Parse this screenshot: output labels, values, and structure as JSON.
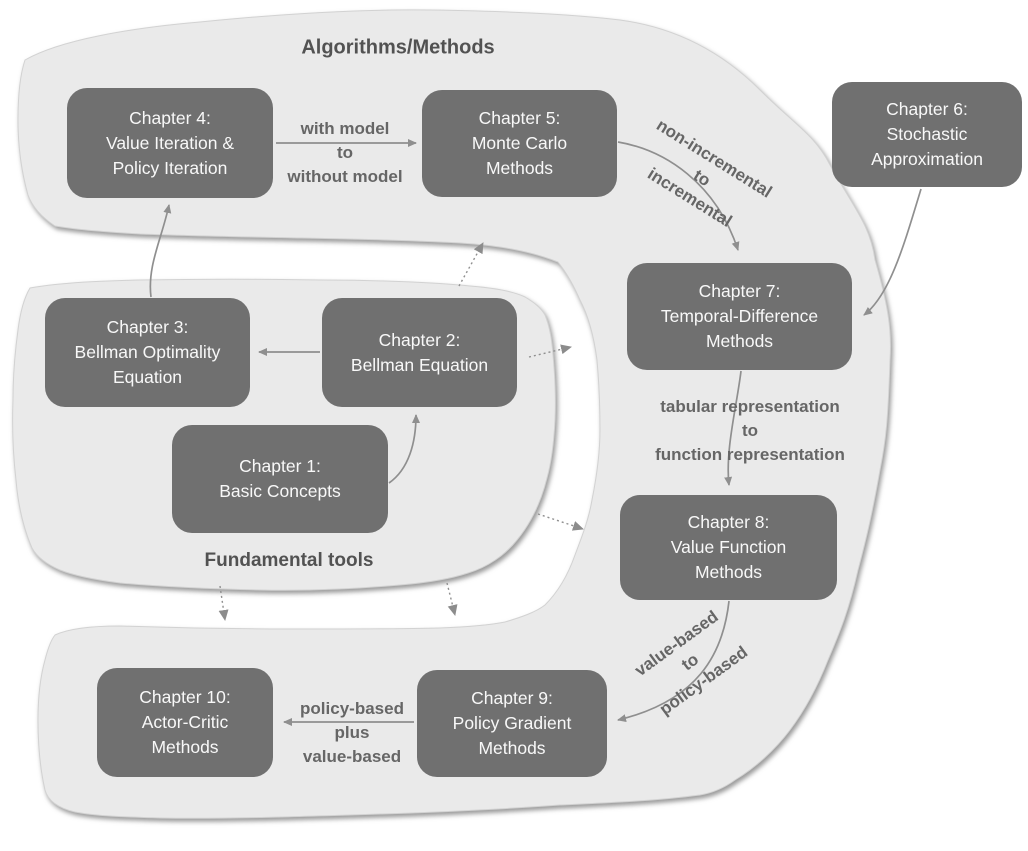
{
  "region_labels": {
    "algorithms": "Algorithms/Methods",
    "fundamental": "Fundamental tools"
  },
  "boxes": {
    "ch1": {
      "lines": [
        "Chapter 1:",
        "Basic Concepts"
      ]
    },
    "ch2": {
      "lines": [
        "Chapter 2:",
        "Bellman Equation"
      ]
    },
    "ch3": {
      "lines": [
        "Chapter 3:",
        "Bellman Optimality",
        "Equation"
      ]
    },
    "ch4": {
      "lines": [
        "Chapter 4:",
        "Value Iteration &",
        "Policy Iteration"
      ]
    },
    "ch5": {
      "lines": [
        "Chapter 5:",
        "Monte Carlo",
        "Methods"
      ]
    },
    "ch6": {
      "lines": [
        "Chapter 6:",
        "Stochastic",
        "Approximation"
      ]
    },
    "ch7": {
      "lines": [
        "Chapter 7:",
        "Temporal-Difference",
        "Methods"
      ]
    },
    "ch8": {
      "lines": [
        "Chapter 8:",
        "Value Function",
        "Methods"
      ]
    },
    "ch9": {
      "lines": [
        "Chapter 9:",
        "Policy Gradient",
        "Methods"
      ]
    },
    "ch10": {
      "lines": [
        "Chapter 10:",
        "Actor-Critic",
        "Methods"
      ]
    }
  },
  "edge_labels": {
    "model": {
      "lines": [
        "with model",
        "to",
        "without model"
      ]
    },
    "incremental": {
      "lines": [
        "non-incremental",
        "to",
        "incremental"
      ]
    },
    "tabular": {
      "lines": [
        "tabular representation",
        "to",
        "function representation"
      ]
    },
    "value_policy": {
      "lines": [
        "value-based",
        "to",
        "policy-based"
      ]
    },
    "policy_plus": {
      "lines": [
        "policy-based",
        "plus",
        "value-based"
      ]
    }
  },
  "colors": {
    "blob": "#eaeaea",
    "box": "#707070",
    "box-text": "#f8f8f8",
    "label": "#666666",
    "title": "#525252",
    "arrow": "#8f8f8f"
  }
}
